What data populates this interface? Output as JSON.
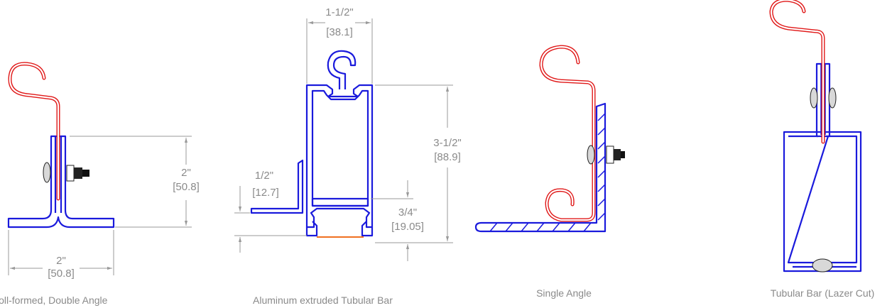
{
  "figures": [
    {
      "caption": "Roll-formed, Double Angle",
      "dims": {
        "height_in": "2\"",
        "height_mm": "[50.8]",
        "width_in": "2\"",
        "width_mm": "[50.8]"
      }
    },
    {
      "caption": "Aluminum extruded Tubular Bar",
      "dims": {
        "top_in": "1-1/2\"",
        "top_mm": "[38.1]",
        "height_in": "3-1/2\"",
        "height_mm": "[88.9]",
        "flange_in": "1/2\"",
        "flange_mm": "[12.7]",
        "lip_in": "3/4\"",
        "lip_mm": "[19.05]"
      }
    },
    {
      "caption": "Single Angle"
    },
    {
      "caption": "Tubular Bar (Lazer Cut)"
    }
  ],
  "colors": {
    "profile": "#1a1adc",
    "hook": "#e01818",
    "dimension": "#8a8a8a",
    "base_strip": "#f07020"
  }
}
